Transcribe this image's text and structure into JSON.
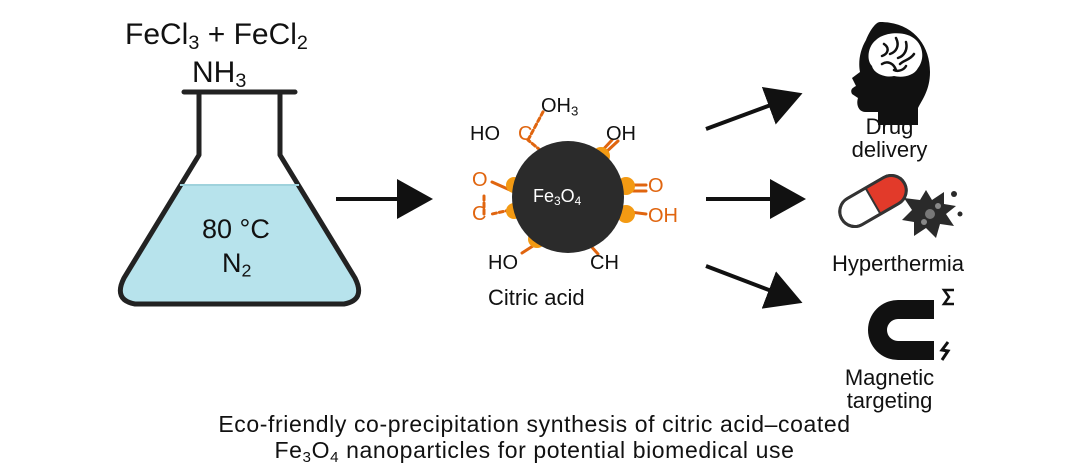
{
  "reaction": {
    "reagent1_base": "FeCl",
    "reagent1_sub": "3",
    "plus": "+",
    "reagent2_base": "FeCl",
    "reagent2_sub": "2",
    "base_reagent": "NH",
    "base_reagent_sub": "3"
  },
  "flask": {
    "temperature": "80 °C",
    "atmosphere_base": "N",
    "atmosphere_sub": "2",
    "liquid_color": "#b7e3ec"
  },
  "nanoparticle": {
    "core_base1": "Fe",
    "core_sub1": "3",
    "core_base2": "O",
    "core_sub2": "4",
    "coating_label": "Citric acid",
    "groups": {
      "top": "OH",
      "top_sub": "3",
      "top_left": "HO",
      "top_left_carbon": "C",
      "top_right": "OH",
      "left_o": "O",
      "left_c": "C",
      "right_o": "O",
      "right_oh": "OH",
      "bottom_left": "HO",
      "bottom_right": "CH"
    },
    "core_color": "#2b2b2b",
    "ligand_color": "#f39a13"
  },
  "applications": [
    {
      "label": "Drug\ndelivery",
      "icon": "head-brain-icon"
    },
    {
      "label": "Hyperthermia",
      "icon": "capsule-icon"
    },
    {
      "label": "Magnetic\ntargeting",
      "icon": "magnet-icon"
    }
  ],
  "caption": {
    "line1": "Eco-friendly co-precipitation synthesis of citric acid–coated",
    "line2_base": "Fe",
    "line2_sub1": "3",
    "line2_mid": "O",
    "line2_sub2": "4",
    "line2_rest": " nanoparticles for potential biomedical use"
  }
}
